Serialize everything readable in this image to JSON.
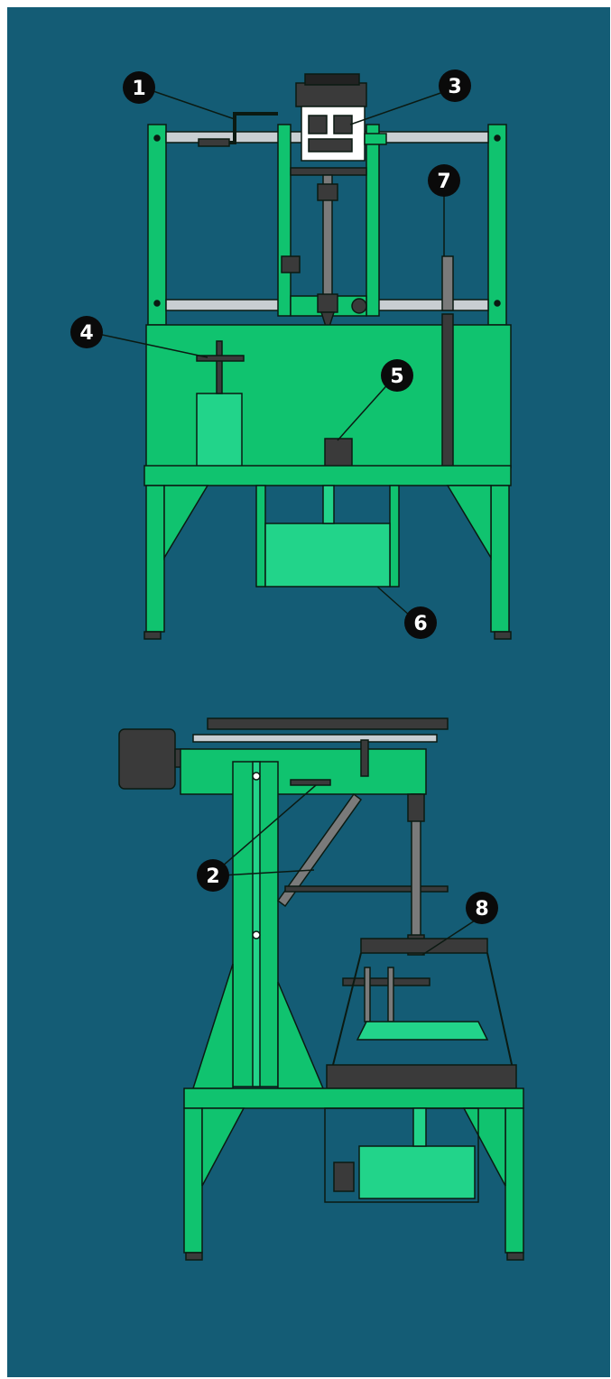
{
  "colors": {
    "background": "#145c75",
    "frame_green": "#10c36f",
    "light_green": "#22d48a",
    "outline": "#0b1a12",
    "steel": "#c8ced2",
    "dark_part": "#3a3a3a",
    "marker_fill": "#0a0a0a",
    "marker_text": "#ffffff"
  },
  "callouts": [
    {
      "id": "callout-1",
      "number": "1"
    },
    {
      "id": "callout-2",
      "number": "2"
    },
    {
      "id": "callout-3",
      "number": "3"
    },
    {
      "id": "callout-4",
      "number": "4"
    },
    {
      "id": "callout-5",
      "number": "5"
    },
    {
      "id": "callout-6",
      "number": "6"
    },
    {
      "id": "callout-7",
      "number": "7"
    },
    {
      "id": "callout-8",
      "number": "8"
    }
  ]
}
